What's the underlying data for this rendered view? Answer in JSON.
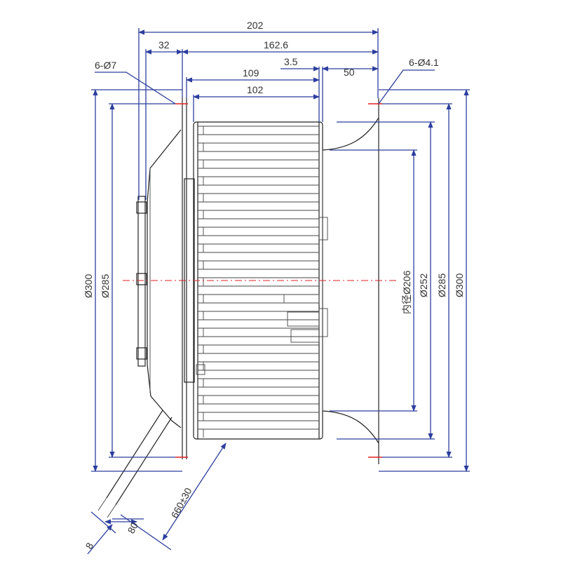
{
  "dimensions": {
    "overall_length": "202",
    "flange_offset": "32",
    "body_length": "162.6",
    "small_gap": "3.5",
    "outlet_depth": "50",
    "impeller_length": "109",
    "blade_length": "102",
    "left_holes": "6-Ø7",
    "right_holes": "6-Ø4.1",
    "left_outer_dia": "Ø300",
    "left_bolt_circle": "Ø285",
    "inner_dia": "内径Ø206",
    "right_dia_252": "Ø252",
    "right_bolt_circle": "Ø285",
    "right_outer_dia": "Ø300",
    "cable_length": "660±30",
    "cable_strip": "80",
    "cable_tip": "8"
  }
}
